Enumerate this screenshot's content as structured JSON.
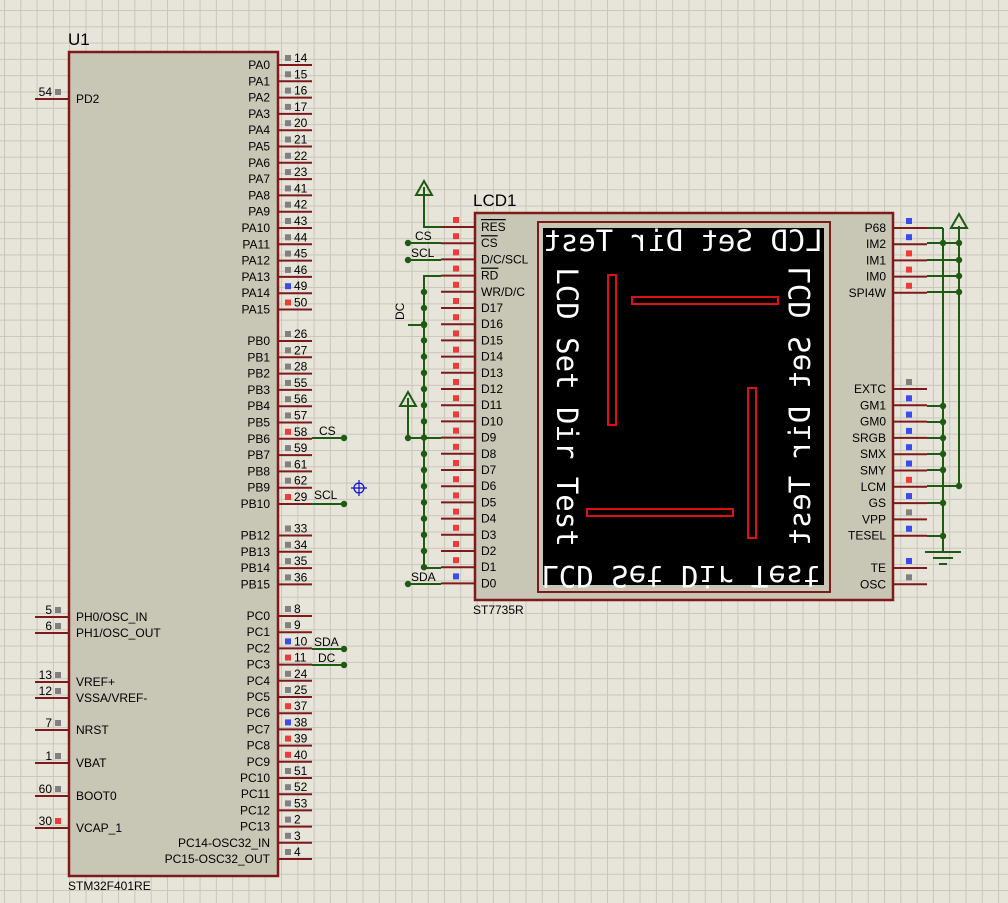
{
  "mcu": {
    "ref": "U1",
    "part": "STM32F401RE",
    "left_pins": [
      {
        "num": "54",
        "name": "PD2"
      },
      {
        "num": "5",
        "name": "PH0/OSC_IN"
      },
      {
        "num": "6",
        "name": "PH1/OSC_OUT"
      },
      {
        "num": "13",
        "name": "VREF+"
      },
      {
        "num": "12",
        "name": "VSSA/VREF-"
      },
      {
        "num": "7",
        "name": "NRST"
      },
      {
        "num": "1",
        "name": "VBAT"
      },
      {
        "num": "60",
        "name": "BOOT0"
      },
      {
        "num": "30",
        "name": "VCAP_1"
      }
    ],
    "right_pins": [
      {
        "num": "14",
        "name": "PA0"
      },
      {
        "num": "15",
        "name": "PA1"
      },
      {
        "num": "16",
        "name": "PA2"
      },
      {
        "num": "17",
        "name": "PA3"
      },
      {
        "num": "20",
        "name": "PA4"
      },
      {
        "num": "21",
        "name": "PA5"
      },
      {
        "num": "22",
        "name": "PA6"
      },
      {
        "num": "23",
        "name": "PA7"
      },
      {
        "num": "41",
        "name": "PA8"
      },
      {
        "num": "42",
        "name": "PA9"
      },
      {
        "num": "43",
        "name": "PA10"
      },
      {
        "num": "44",
        "name": "PA11"
      },
      {
        "num": "45",
        "name": "PA12"
      },
      {
        "num": "46",
        "name": "PA13"
      },
      {
        "num": "49",
        "name": "PA14"
      },
      {
        "num": "50",
        "name": "PA15"
      },
      {
        "num": "26",
        "name": "PB0"
      },
      {
        "num": "27",
        "name": "PB1"
      },
      {
        "num": "28",
        "name": "PB2"
      },
      {
        "num": "55",
        "name": "PB3"
      },
      {
        "num": "56",
        "name": "PB4"
      },
      {
        "num": "57",
        "name": "PB5"
      },
      {
        "num": "58",
        "name": "PB6",
        "net": "CS"
      },
      {
        "num": "59",
        "name": "PB7"
      },
      {
        "num": "61",
        "name": "PB8"
      },
      {
        "num": "62",
        "name": "PB9"
      },
      {
        "num": "29",
        "name": "PB10",
        "net": "SCL"
      },
      {
        "num": "33",
        "name": "PB12"
      },
      {
        "num": "34",
        "name": "PB13"
      },
      {
        "num": "35",
        "name": "PB14"
      },
      {
        "num": "36",
        "name": "PB15"
      },
      {
        "num": "8",
        "name": "PC0"
      },
      {
        "num": "9",
        "name": "PC1"
      },
      {
        "num": "10",
        "name": "PC2",
        "net": "SDA"
      },
      {
        "num": "11",
        "name": "PC3",
        "net": "DC"
      },
      {
        "num": "24",
        "name": "PC4"
      },
      {
        "num": "25",
        "name": "PC5"
      },
      {
        "num": "37",
        "name": "PC6"
      },
      {
        "num": "38",
        "name": "PC7"
      },
      {
        "num": "39",
        "name": "PC8"
      },
      {
        "num": "40",
        "name": "PC9"
      },
      {
        "num": "51",
        "name": "PC10"
      },
      {
        "num": "52",
        "name": "PC11"
      },
      {
        "num": "53",
        "name": "PC12"
      },
      {
        "num": "2",
        "name": "PC13"
      },
      {
        "num": "3",
        "name": "PC14-OSC32_IN"
      },
      {
        "num": "4",
        "name": "PC15-OSC32_OUT"
      }
    ]
  },
  "lcd": {
    "ref": "LCD1",
    "part": "ST7735R",
    "left_pins": [
      {
        "name": "RES",
        "overline": true
      },
      {
        "name": "CS",
        "overline": true,
        "net": "CS"
      },
      {
        "name": "D/C/SCL",
        "net": "SCL"
      },
      {
        "name": "RD",
        "overline": true
      },
      {
        "name": "WR/D/C"
      },
      {
        "name": "D17"
      },
      {
        "name": "D16"
      },
      {
        "name": "D15"
      },
      {
        "name": "D14"
      },
      {
        "name": "D13"
      },
      {
        "name": "D12"
      },
      {
        "name": "D11"
      },
      {
        "name": "D10"
      },
      {
        "name": "D9"
      },
      {
        "name": "D8"
      },
      {
        "name": "D7"
      },
      {
        "name": "D6"
      },
      {
        "name": "D5"
      },
      {
        "name": "D4"
      },
      {
        "name": "D3"
      },
      {
        "name": "D2"
      },
      {
        "name": "D1"
      },
      {
        "name": "D0",
        "net": "SDA"
      }
    ],
    "right_pins_top": [
      {
        "name": "P68"
      },
      {
        "name": "IM2"
      },
      {
        "name": "IM1"
      },
      {
        "name": "IM0"
      },
      {
        "name": "SPI4W"
      }
    ],
    "right_pins_bottom": [
      {
        "name": "EXTC"
      },
      {
        "name": "GM1"
      },
      {
        "name": "GM0"
      },
      {
        "name": "SRGB"
      },
      {
        "name": "SMX"
      },
      {
        "name": "SMY"
      },
      {
        "name": "LCM"
      },
      {
        "name": "GS"
      },
      {
        "name": "VPP"
      },
      {
        "name": "TESEL"
      },
      {
        "name": "TE"
      },
      {
        "name": "OSC"
      }
    ],
    "dc_net_label": "DC",
    "screen_text": "LCD Set Dir Test"
  },
  "colors": {
    "body_fill": "#c8c6b4",
    "outline": "#7e1a1a",
    "wire": "#1e5a12",
    "pin_red": "#ef3a3a",
    "pin_blue": "#3a4bef",
    "pin_grey": "#808080"
  }
}
